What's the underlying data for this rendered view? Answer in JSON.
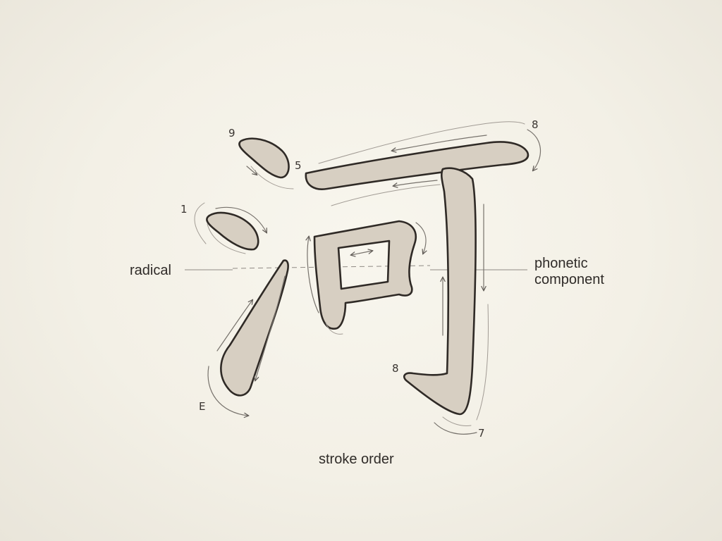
{
  "labels": {
    "left": "radical",
    "right_line1": "phonetic",
    "right_line2": "component",
    "bottom": "stroke order"
  },
  "stroke_numbers": [
    "9",
    "5",
    "8",
    "1",
    "ꓰ",
    "8",
    "7"
  ],
  "colors": {
    "stroke_fill": "#d7cfc2",
    "stroke_outline": "#2f2a26",
    "guide": "#77726c",
    "background": "#f3f0e6"
  }
}
